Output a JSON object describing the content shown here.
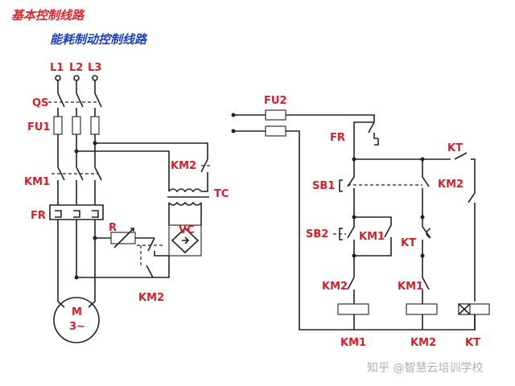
{
  "header": {
    "title": "基本控制线路",
    "subtitle": "能耗制动控制线路"
  },
  "watermark": "知乎 @智慧云培训学校",
  "main_circuit": {
    "phase_labels": [
      "L1",
      "L2",
      "L3"
    ],
    "switch": "QS",
    "fuse": "FU1",
    "contactor": "KM1",
    "thermal_relay": "FR",
    "brake_contactor": "KM2",
    "transformer": "TC",
    "rectifier": "VC",
    "resistor": "R",
    "contactor_km2_lower": "KM2",
    "motor": "M",
    "motor_phase": "3~"
  },
  "control_circuit": {
    "fuse": "FU2",
    "fr_contact": "FR",
    "kt_contact": "KT",
    "km2_contact_top": "KM2",
    "stop_button": "SB1",
    "start_button": "SB2",
    "km1_hold": "KM1",
    "kt_timer": "KT",
    "km2_interlock": "KM2",
    "km1_interlock": "KM1",
    "coils": [
      "KM1",
      "KM2",
      "KT"
    ]
  }
}
